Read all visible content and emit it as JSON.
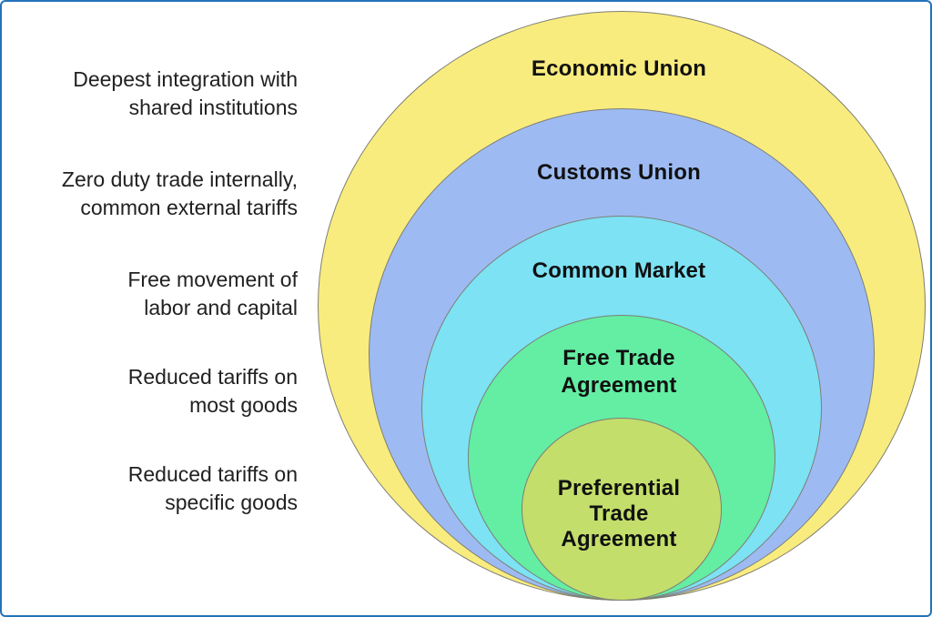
{
  "colors": {
    "frame_border": "#2273B8",
    "background": "#FFFFFF",
    "ring_stroke": "#7E7E75",
    "ring_label_text": "#111111",
    "side_label_text": "#212121"
  },
  "rings": [
    {
      "label": "Economic Union",
      "label_lines": [
        "Economic Union"
      ],
      "fill": "#F9EC7E",
      "description": "Deepest integration with shared institutions",
      "description_lines": [
        "Deepest integration with",
        "shared institutions"
      ]
    },
    {
      "label": "Customs Union",
      "label_lines": [
        "Customs Union"
      ],
      "fill": "#9DBBF2",
      "description": "Zero duty trade internally, common external tariffs",
      "description_lines": [
        "Zero duty trade internally,",
        "common external tariffs"
      ]
    },
    {
      "label": "Common Market",
      "label_lines": [
        "Common Market"
      ],
      "fill": "#7CE2F4",
      "description": "Free movement of labor and capital",
      "description_lines": [
        "Free movement of",
        "labor and capital"
      ]
    },
    {
      "label": "Free Trade Agreement",
      "label_lines": [
        "Free Trade",
        "Agreement"
      ],
      "fill": "#63EEA3",
      "description": "Reduced tariffs on most goods",
      "description_lines": [
        "Reduced tariffs on",
        "most goods"
      ]
    },
    {
      "label": "Preferential Trade Agreement",
      "label_lines": [
        "Preferential",
        "Trade",
        "Agreement"
      ],
      "fill": "#C3DE6B",
      "description": "Reduced tariffs on specific goods",
      "description_lines": [
        "Reduced tariffs on",
        "specific goods"
      ]
    }
  ]
}
